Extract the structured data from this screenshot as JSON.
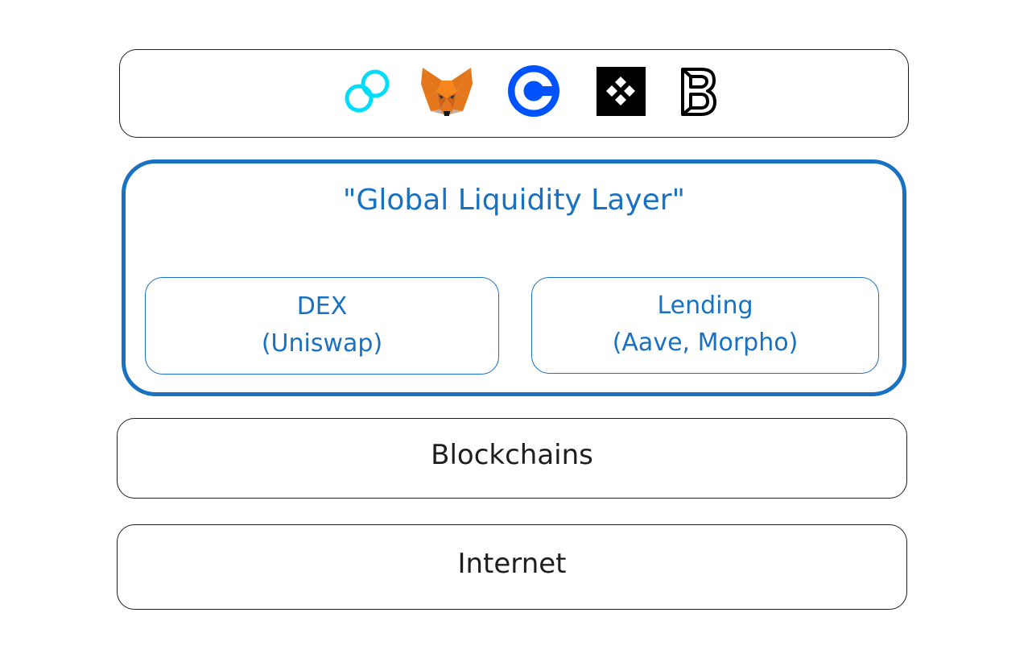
{
  "top_layer": {
    "logos": [
      "gemini-icon",
      "metamask-fox-icon",
      "coinbase-icon",
      "okx-icon",
      "bitpanda-icon"
    ]
  },
  "liquidity_layer": {
    "title": "\"Global Liquidity Layer\"",
    "dex": {
      "line1": "DEX",
      "line2": "(Uniswap)"
    },
    "lending": {
      "line1": "Lending",
      "line2": "(Aave, Morpho)"
    }
  },
  "blockchains": {
    "label": "Blockchains"
  },
  "internet": {
    "label": "Internet"
  },
  "colors": {
    "accent": "#1971c2",
    "stroke": "#1e1e1e"
  }
}
